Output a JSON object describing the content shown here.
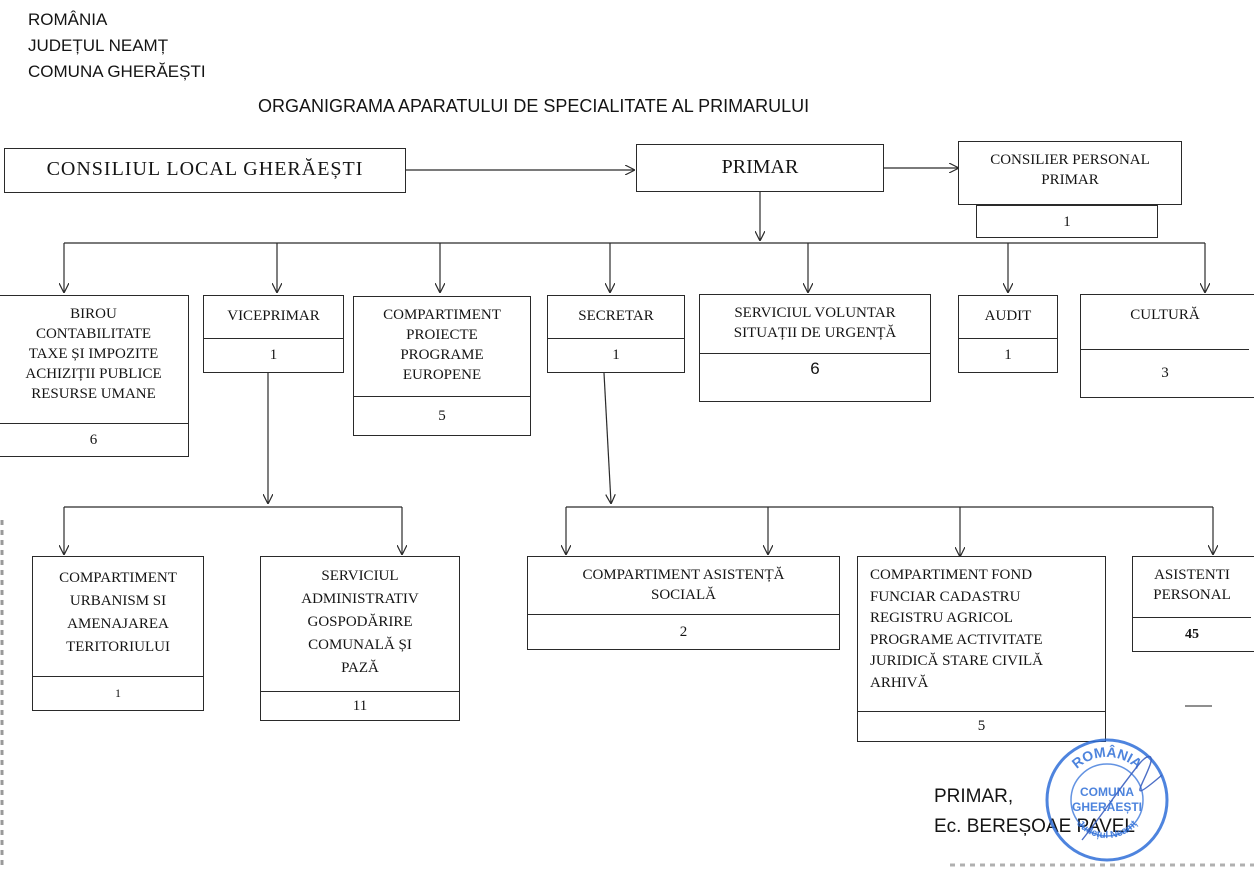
{
  "header": {
    "country": "ROMÂNIA",
    "county": "JUDEȚUL NEAMȚ",
    "commune": "COMUNA GHERĂEȘTI",
    "title": "ORGANIGRAMA APARATULUI DE SPECIALITATE AL PRIMARULUI"
  },
  "top": {
    "council": "CONSILIUL LOCAL GHERĂEȘTI",
    "mayor": "PRIMAR",
    "advisor": "CONSILIER PERSONAL\nPRIMAR",
    "advisor_count": "1"
  },
  "row1": {
    "birou": "BIROU\nCONTABILITATE\nTAXE ȘI IMPOZITE\nACHIZIȚII PUBLICE\nRESURSE UMANE",
    "birou_count": "6",
    "viceprimar": "VICEPRIMAR",
    "viceprimar_count": "1",
    "proiecte": "COMPARTIMENT\nPROIECTE\nPROGRAME\nEUROPENE",
    "proiecte_count": "5",
    "secretar": "SECRETAR",
    "secretar_count": "1",
    "voluntar": "SERVICIUL VOLUNTAR\nSITUAȚII DE URGENȚĂ",
    "voluntar_count": "6",
    "audit": "AUDIT",
    "audit_count": "1",
    "cultura": "CULTURĂ",
    "cultura_count": "3"
  },
  "row2": {
    "urbanism": "COMPARTIMENT\nURBANISM SI\nAMENAJAREA\nTERITORIULUI",
    "urbanism_count": "1",
    "administrativ": "SERVICIUL\nADMINISTRATIV\nGOSPODĂRIRE\nCOMUNALĂ ȘI\nPAZĂ",
    "administrativ_count": "11",
    "asistenta": "COMPARTIMENT ASISTENȚĂ\nSOCIALĂ",
    "asistenta_count": "2",
    "fond": "COMPARTIMENT FOND\nFUNCIAR CADASTRU\nREGISTRU AGRICOL\nPROGRAME ACTIVITATE\nJURIDICĂ STARE CIVILĂ\nARHIVĂ",
    "fond_count": "5",
    "asistenti": "ASISTENTI\nPERSONAL",
    "asistenti_count": "45"
  },
  "signature": {
    "role": "PRIMAR,",
    "name": "Ec. BEREȘOAE PAVEL"
  },
  "stamp": {
    "top": "ROMÂNIA",
    "middle1": "COMUNA",
    "middle2": "GHERĂEȘTI",
    "bottom": "Județul Neamț",
    "color": "#2f6fd8"
  }
}
